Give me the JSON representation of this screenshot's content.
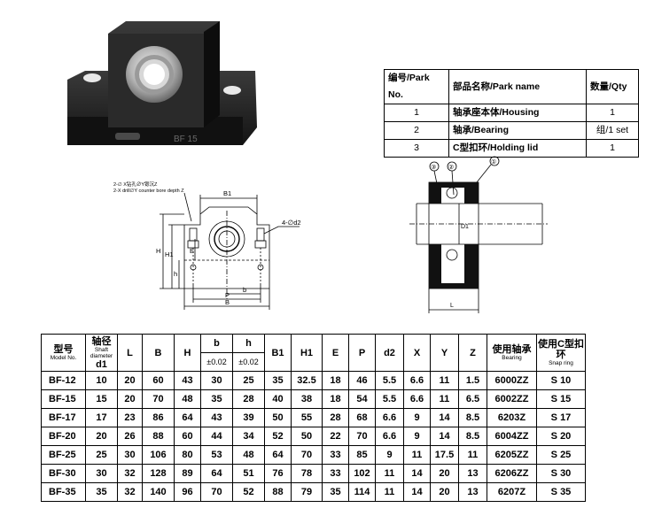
{
  "photo": {
    "stamp": "BF 15"
  },
  "parts_table": {
    "headers": [
      "编号/Park No.",
      "部品名称/Park name",
      "数量/Qty"
    ],
    "rows": [
      [
        "1",
        "轴承座本体/Housing",
        "1"
      ],
      [
        "2",
        "轴承/Bearing",
        "组/1 set"
      ],
      [
        "3",
        "C型扣环/Holding lid",
        "1"
      ]
    ]
  },
  "front_drawing": {
    "note_line1": "2-∅ X钻孔∅Y锪沉Z",
    "note_line2": "2-X drill∅Y counter bore depth Z",
    "labels": {
      "B1": "B1",
      "d2": "4-∅d2",
      "H": "H",
      "H1": "H1",
      "h": "h",
      "E": "E",
      "b": "b",
      "P": "P",
      "B": "B"
    }
  },
  "side_drawing": {
    "callouts": [
      "③",
      "②",
      "①"
    ],
    "labels": {
      "d1": "D1",
      "L": "L"
    }
  },
  "spec_table": {
    "header_top": {
      "model_cn": "型号",
      "model_en": "Model No.",
      "shaft_cn": "轴径",
      "shaft_en1": "Shaft",
      "shaft_en2": "diameter",
      "shaft_d": "d1",
      "L": "L",
      "B": "B",
      "H": "H",
      "b": "b",
      "h": "h",
      "B1": "B1",
      "H1": "H1",
      "E": "E",
      "P": "P",
      "d2": "d2",
      "X": "X",
      "Y": "Y",
      "Z": "Z",
      "bearing_cn": "使用轴承",
      "bearing_en": "Bearing",
      "snap_cn": "使用C型扣环",
      "snap_en": "Snap ring"
    },
    "header_tol": {
      "b": "±0.02",
      "h": "±0.02"
    },
    "rows": [
      [
        "BF-12",
        "10",
        "20",
        "60",
        "43",
        "30",
        "25",
        "35",
        "32.5",
        "18",
        "46",
        "5.5",
        "6.6",
        "11",
        "1.5",
        "6000ZZ",
        "S 10"
      ],
      [
        "BF-15",
        "15",
        "20",
        "70",
        "48",
        "35",
        "28",
        "40",
        "38",
        "18",
        "54",
        "5.5",
        "6.6",
        "11",
        "6.5",
        "6002ZZ",
        "S 15"
      ],
      [
        "BF-17",
        "17",
        "23",
        "86",
        "64",
        "43",
        "39",
        "50",
        "55",
        "28",
        "68",
        "6.6",
        "9",
        "14",
        "8.5",
        "6203Z",
        "S 17"
      ],
      [
        "BF-20",
        "20",
        "26",
        "88",
        "60",
        "44",
        "34",
        "52",
        "50",
        "22",
        "70",
        "6.6",
        "9",
        "14",
        "8.5",
        "6004ZZ",
        "S 20"
      ],
      [
        "BF-25",
        "25",
        "30",
        "106",
        "80",
        "53",
        "48",
        "64",
        "70",
        "33",
        "85",
        "9",
        "11",
        "17.5",
        "11",
        "6205ZZ",
        "S 25"
      ],
      [
        "BF-30",
        "30",
        "32",
        "128",
        "89",
        "64",
        "51",
        "76",
        "78",
        "33",
        "102",
        "11",
        "14",
        "20",
        "13",
        "6206ZZ",
        "S 30"
      ],
      [
        "BF-35",
        "35",
        "32",
        "140",
        "96",
        "70",
        "52",
        "88",
        "79",
        "35",
        "114",
        "11",
        "14",
        "20",
        "13",
        "6207Z",
        "S 35"
      ]
    ]
  }
}
